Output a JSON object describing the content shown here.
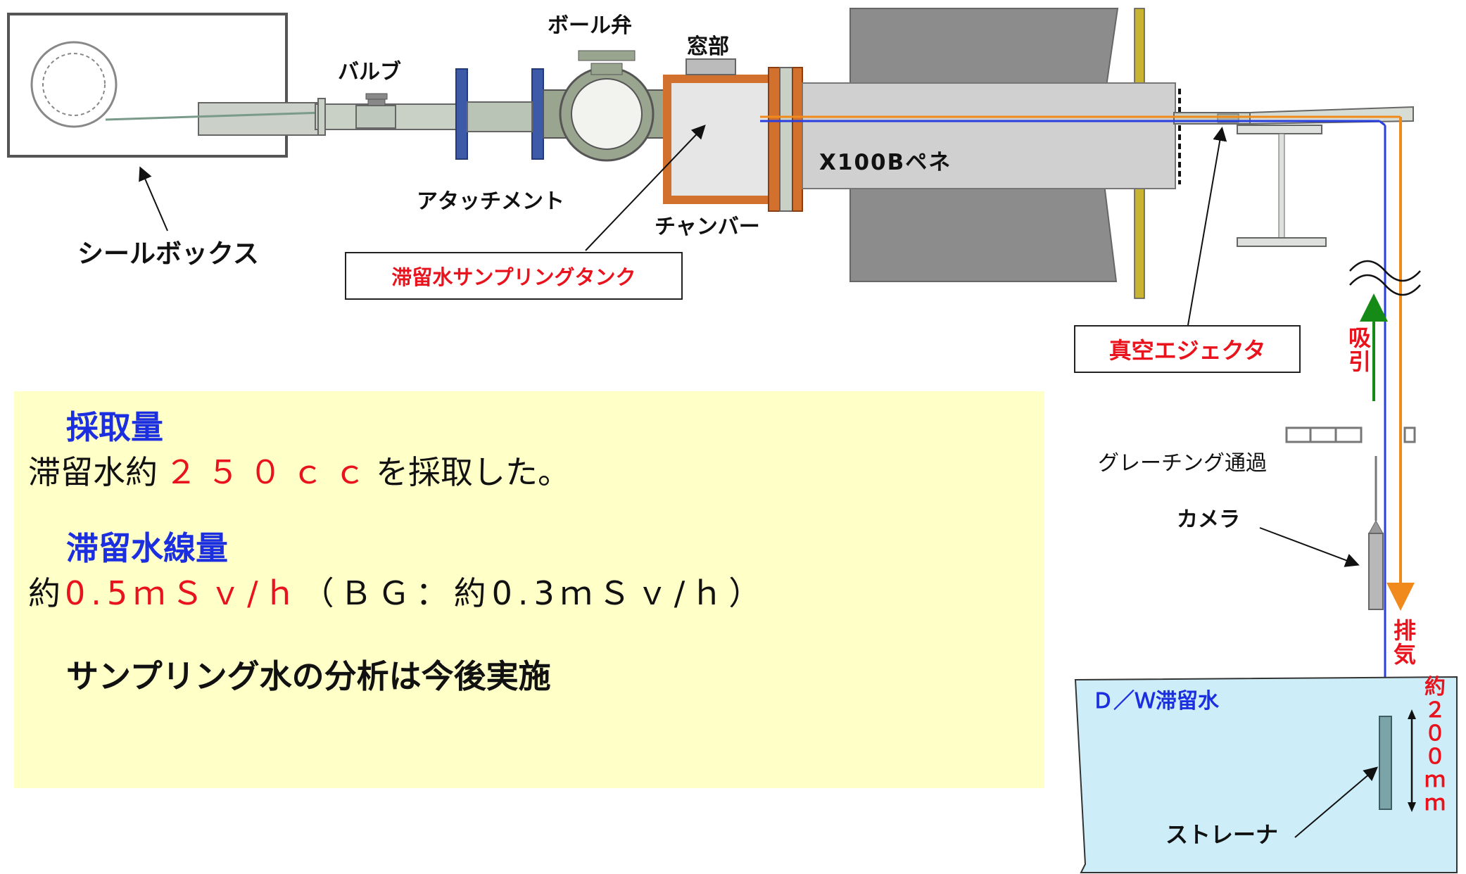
{
  "labels": {
    "seal_box": "シールボックス",
    "valve": "バルブ",
    "ball_valve": "ボール弁",
    "window": "窓部",
    "attachment": "アタッチメント",
    "chamber": "チャンバー",
    "penetration": "X100Bペネ",
    "sampling_tank": "滞留水サンプリングタンク",
    "vacuum_ejector": "真空エジェクタ",
    "grating": "グレーチング通過",
    "camera": "カメラ",
    "strainer": "ストレーナ",
    "dw_water": "Ｄ／Ｗ滞留水",
    "suction": [
      "吸",
      "引"
    ],
    "exhaust": [
      "排",
      "気"
    ],
    "depth": [
      "約",
      "２",
      "０",
      "０",
      "ｍ",
      "ｍ"
    ]
  },
  "info": {
    "sample_heading": "採取量",
    "sample_prefix": "滞留水約",
    "sample_value": "２５０ｃｃ",
    "sample_suffix": "を採取した。",
    "dose_heading": "滞留水線量",
    "dose_prefix": "約",
    "dose_value": "0.5ｍＳｖ/ｈ",
    "dose_suffix": "（ＢＧ：約0.3ｍＳｖ/ｈ）",
    "analysis_note": "サンプリング水の分析は今後実施"
  },
  "colors": {
    "red_text": "#e8131c",
    "blue_text": "#1b2fe0",
    "info_bg": "#ffffc8",
    "water": "#cdeef8",
    "wall": "#8c8c8c",
    "flange": "#3d5aa8",
    "chamber_frame": "#d2702e",
    "ball_valve": "#9aa58f",
    "suction_line": "#2a3fe0",
    "exhaust_line": "#f08a1c",
    "suction_arrow": "#168a16",
    "plate": "#c8b432"
  }
}
